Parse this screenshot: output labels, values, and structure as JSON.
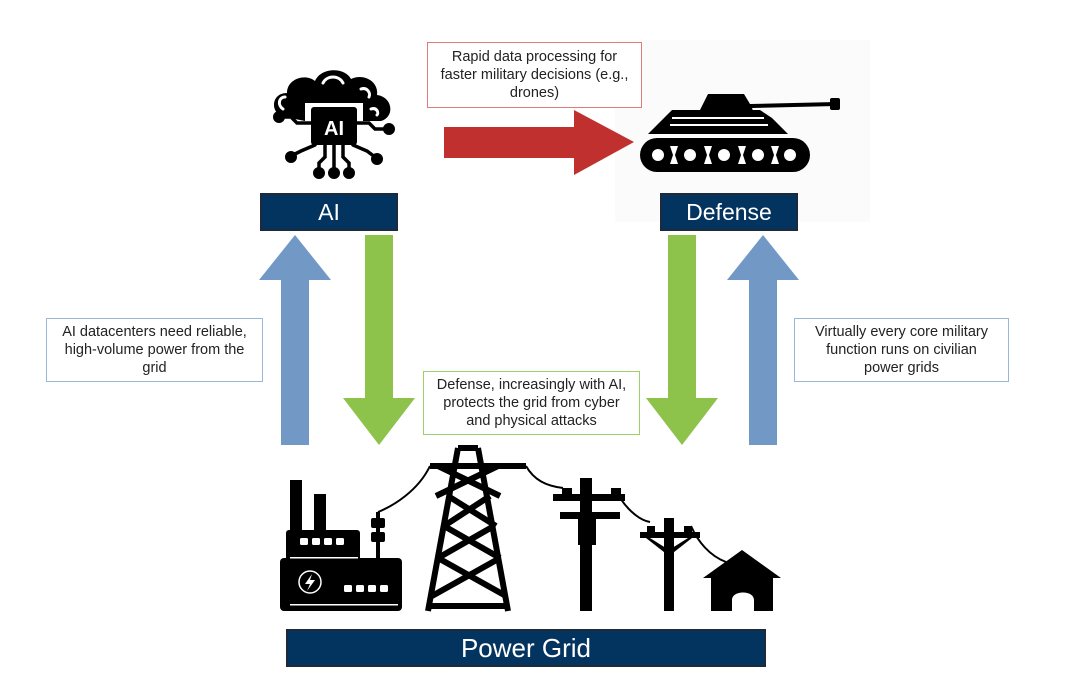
{
  "nodes": {
    "ai": {
      "label": "AI",
      "icon": "ai-brain-circuit-icon"
    },
    "defense": {
      "label": "Defense",
      "icon": "tank-icon"
    },
    "power_grid": {
      "label": "Power Grid",
      "icon": "power-grid-icon"
    }
  },
  "notes": {
    "ai_to_defense": "Rapid data processing for faster military decisions (e.g., drones)",
    "grid_to_ai": "AI datacenters need reliable, high-volume power from the grid",
    "defense_ai_to_grid": "Defense, increasingly with AI, protects the grid from cyber and physical attacks",
    "grid_to_defense": "Virtually every core military function runs on civilian power grids"
  },
  "arrows": [
    {
      "name": "ai-to-defense-arrow",
      "from": "AI",
      "to": "Defense",
      "color": "#c0302f"
    },
    {
      "name": "grid-to-ai-arrow",
      "from": "Power Grid",
      "to": "AI",
      "color": "#7299c6"
    },
    {
      "name": "ai-to-grid-arrow",
      "from": "AI",
      "to": "Power Grid",
      "color": "#8dc24b"
    },
    {
      "name": "defense-to-grid-arrow",
      "from": "Defense",
      "to": "Power Grid",
      "color": "#8dc24b"
    },
    {
      "name": "grid-to-defense-arrow",
      "from": "Power Grid",
      "to": "Defense",
      "color": "#7299c6"
    }
  ],
  "colors": {
    "label_bg": "#03335f",
    "red_arrow": "#c0302f",
    "blue_arrow": "#7299c6",
    "green_arrow": "#8dc24b",
    "icon": "#000000"
  }
}
